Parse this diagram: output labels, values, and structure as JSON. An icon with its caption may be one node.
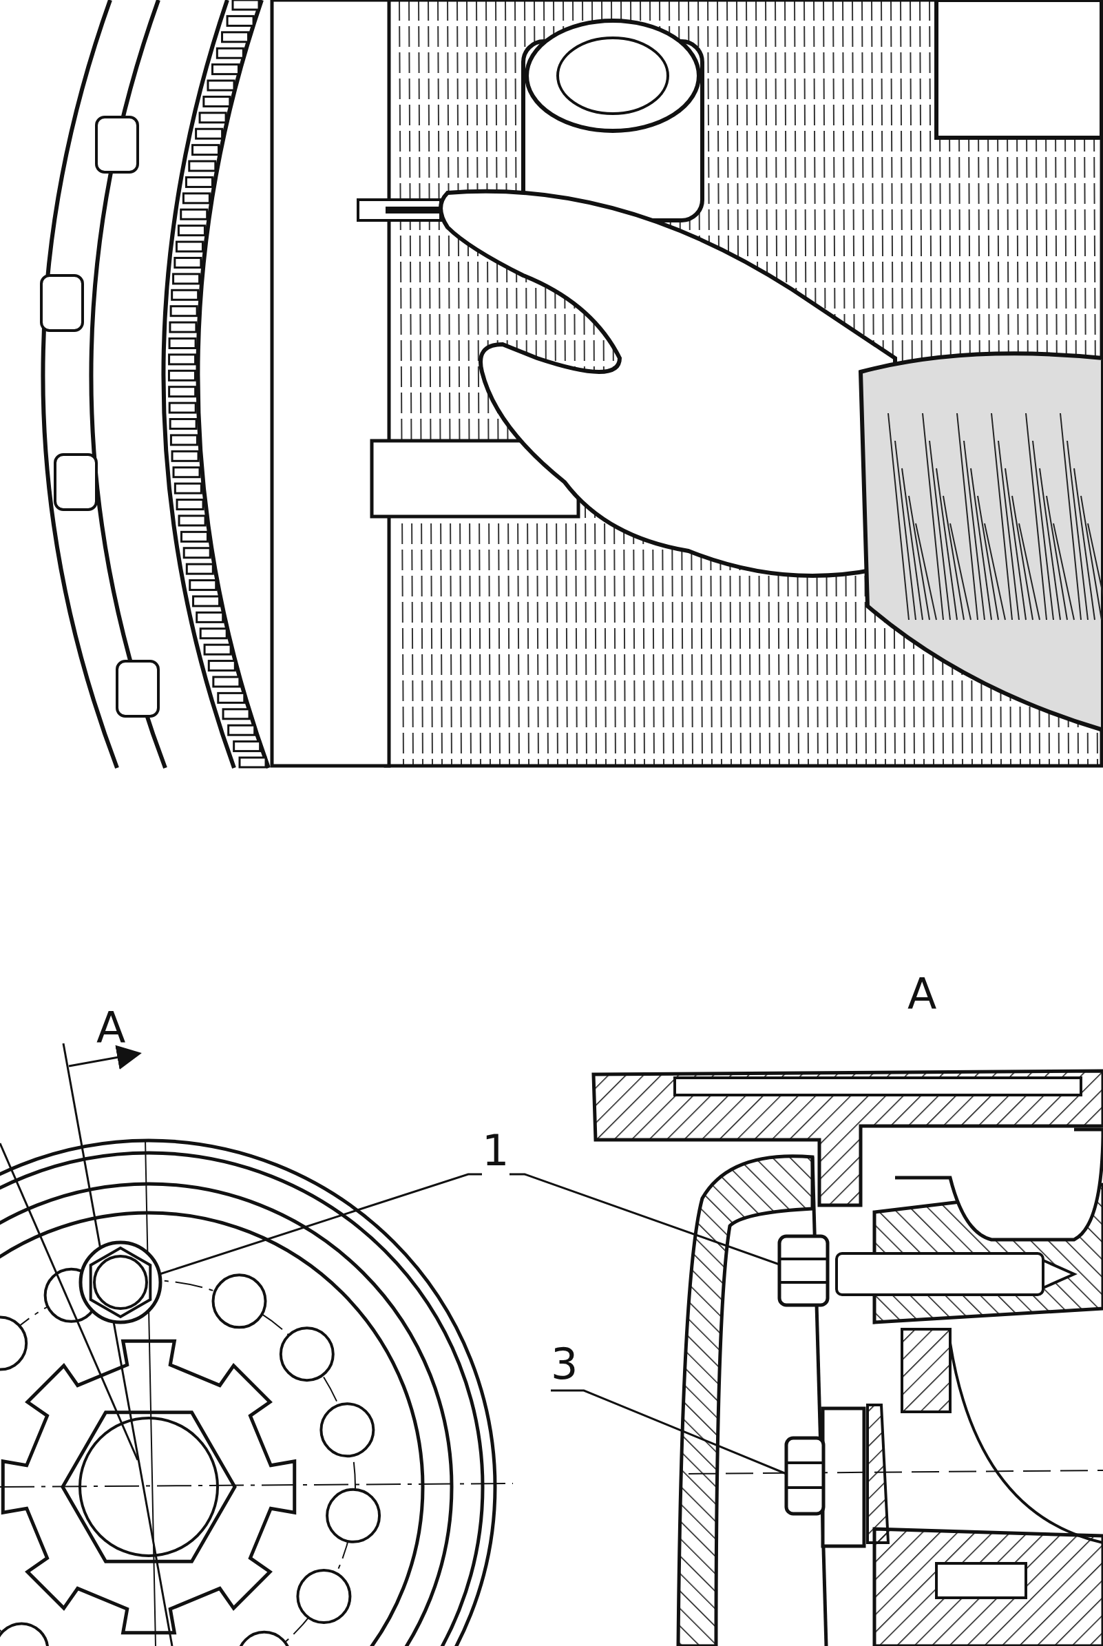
{
  "diagram": {
    "nodes": [
      {
        "text": [
          "1"
        ]
      },
      {
        "text": [],
        "shape": "picture"
      },
      {
        "text": [],
        "shape": "picture"
      },
      {
        "text": [
          "3"
        ]
      },
      {
        "text": [],
        "shape": "picture"
      }
    ],
    "edges": [
      {
        "from": 0,
        "to": 1,
        "arrow": "none"
      },
      {
        "from": 0,
        "to": 2,
        "arrow": "none"
      },
      {
        "from": 3,
        "to": 4,
        "arrow": "none"
      }
    ],
    "labels": [
      "A",
      "A"
    ]
  }
}
